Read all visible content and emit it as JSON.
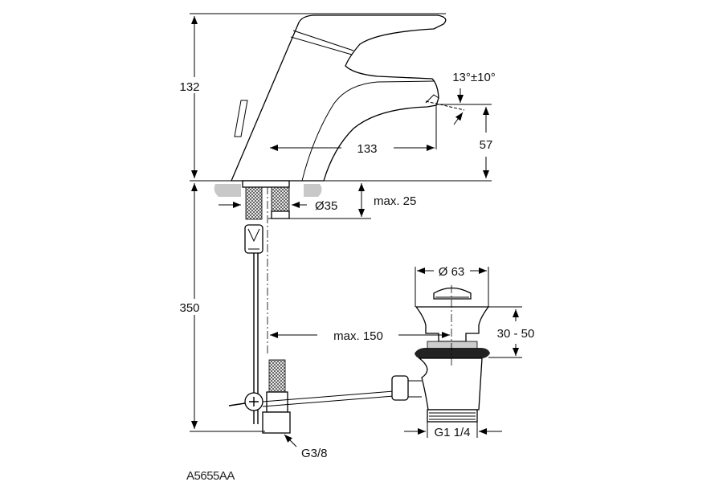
{
  "drawing": {
    "code": "A5655AA",
    "dimensions": {
      "height_total": "132",
      "spout_angle": "13°±10°",
      "spout_reach": "133",
      "spout_height": "57",
      "hole_diameter": "Ø35",
      "counter_thickness": "max. 25",
      "below_counter": "350",
      "waste_offset": "max. 150",
      "plug_diameter": "Ø 63",
      "basin_thickness": "30 - 50",
      "waste_thread": "G1 1/4",
      "supply_thread": "G3/8"
    }
  }
}
